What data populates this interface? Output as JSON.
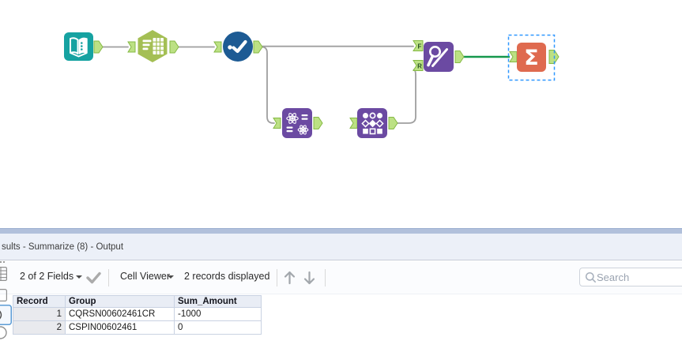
{
  "canvas": {
    "tools": [
      {
        "id": "input-data-tool",
        "icon": "book-icon",
        "color": "#16a2a1"
      },
      {
        "id": "text-input-tool",
        "icon": "list-table-icon",
        "color": "#a4bf54"
      },
      {
        "id": "unique-tool",
        "icon": "check-circle-icon",
        "color": "#1d5b94"
      },
      {
        "id": "formula-tool",
        "icon": "atom-equals-icon",
        "color": "#6b4aa2"
      },
      {
        "id": "select-tool",
        "icon": "shapes-grid-icon",
        "color": "#6b4aa2"
      },
      {
        "id": "find-replace-tool",
        "icon": "magnifier-pencil-icon",
        "color": "#6b4aa2"
      },
      {
        "id": "summarize-tool",
        "icon": "sigma-icon",
        "color": "#df6a4f"
      }
    ],
    "anchor_labels": {
      "f": "F",
      "r": "R"
    },
    "sigma_glyph": "Σ",
    "colors": {
      "connection": "#9f9f9f",
      "selected_connection": "#15984c",
      "anchor_fill": "#bce184",
      "anchor_border": "#85b944",
      "selection_dash": "#2f97ff"
    }
  },
  "results_panel": {
    "title": "sults - Summarize (8) - Output",
    "toolbar": {
      "fields_summary": "2 of 2 Fields",
      "cell_viewer": "Cell Viewer",
      "records_displayed": "2 records displayed",
      "search_placeholder": "Search"
    },
    "table": {
      "columns": [
        "Record",
        "Group",
        "Sum_Amount"
      ],
      "rows": [
        {
          "record": "1",
          "group": "CQRSN00602461CR",
          "sum_amount": "-1000"
        },
        {
          "record": "2",
          "group": "CSPIN00602461",
          "sum_amount": "0"
        }
      ]
    }
  }
}
